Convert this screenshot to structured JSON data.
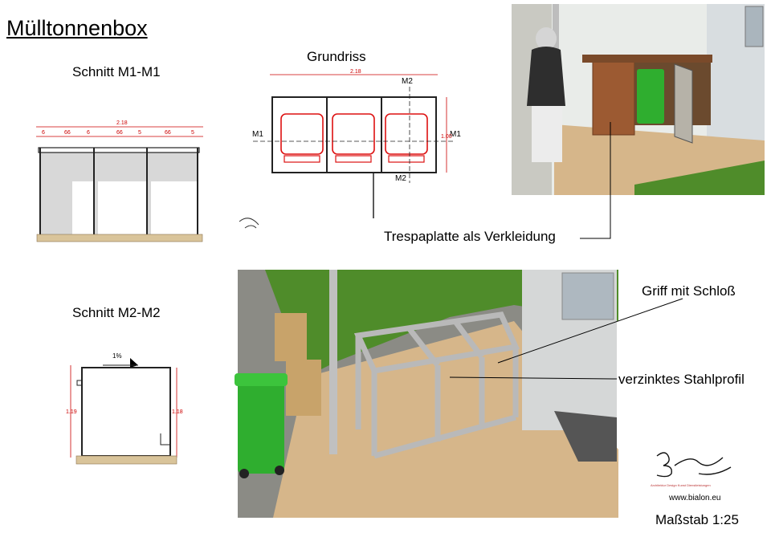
{
  "title": "Mülltonnenbox",
  "section_m1_title": "Schnitt M1-M1",
  "plan_title": "Grundriss",
  "section_m2_title": "Schnitt M2-M2",
  "callouts": {
    "trespa": "Trespaplatte als Verkleidung",
    "griff": "Griff mit Schloß",
    "stahl": "verzinktes Stahlprofil"
  },
  "dims": {
    "total_width": "2.18",
    "seg_edge": "6",
    "seg_bin": "66",
    "seg_mid": "5",
    "plan_depth": "1.00",
    "height_left": "1.19",
    "height_right": "1.18",
    "slope": "1%"
  },
  "axis_labels": {
    "m1": "M1",
    "m2": "M2"
  },
  "brand": {
    "logo": "BIALON",
    "tagline": "Architektur Design Kunst Dienstleistungen",
    "website": "www.bialon.eu"
  },
  "scale": "Maßstab 1:25",
  "colors": {
    "dimension": "#cc0000",
    "bin_green": "#2fae2f",
    "panel_brown": "#9c5a32",
    "grass": "#4f8c2a",
    "gravel": "#d6b68a"
  }
}
